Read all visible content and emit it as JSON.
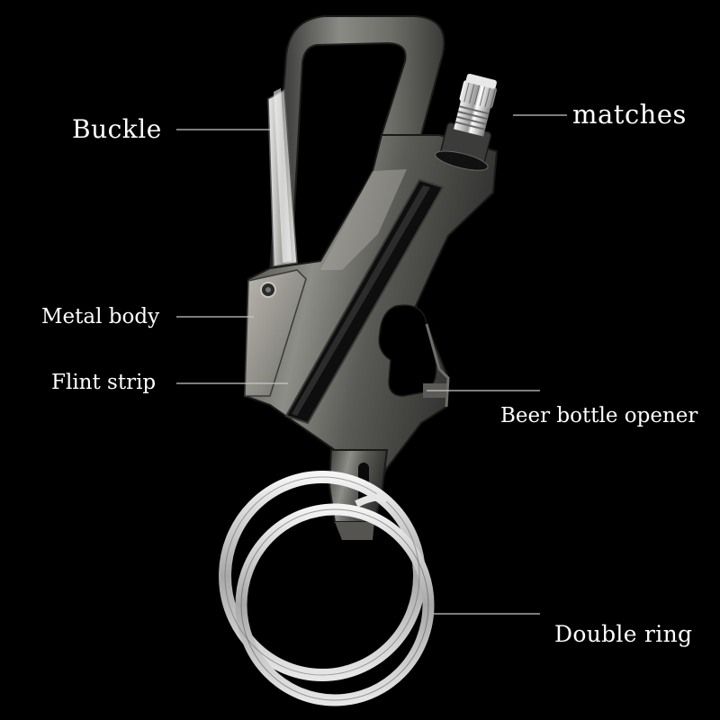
{
  "background_color": "#000000",
  "product": {
    "labels": {
      "buckle": "Buckle",
      "matches": "matches",
      "metal_body": "Metal body",
      "flint_strip": "Flint strip",
      "bottle_opener": "Beer bottle opener",
      "double_ring": "Double ring"
    },
    "colors": {
      "metal_dark": "#4a4a48",
      "metal_light": "#9a9a94",
      "flint_strip": "#0e0e0e",
      "ring_silver": "#d8d8d8",
      "leader_line": "#c8c8c8",
      "label_text": "#ffffff"
    }
  }
}
